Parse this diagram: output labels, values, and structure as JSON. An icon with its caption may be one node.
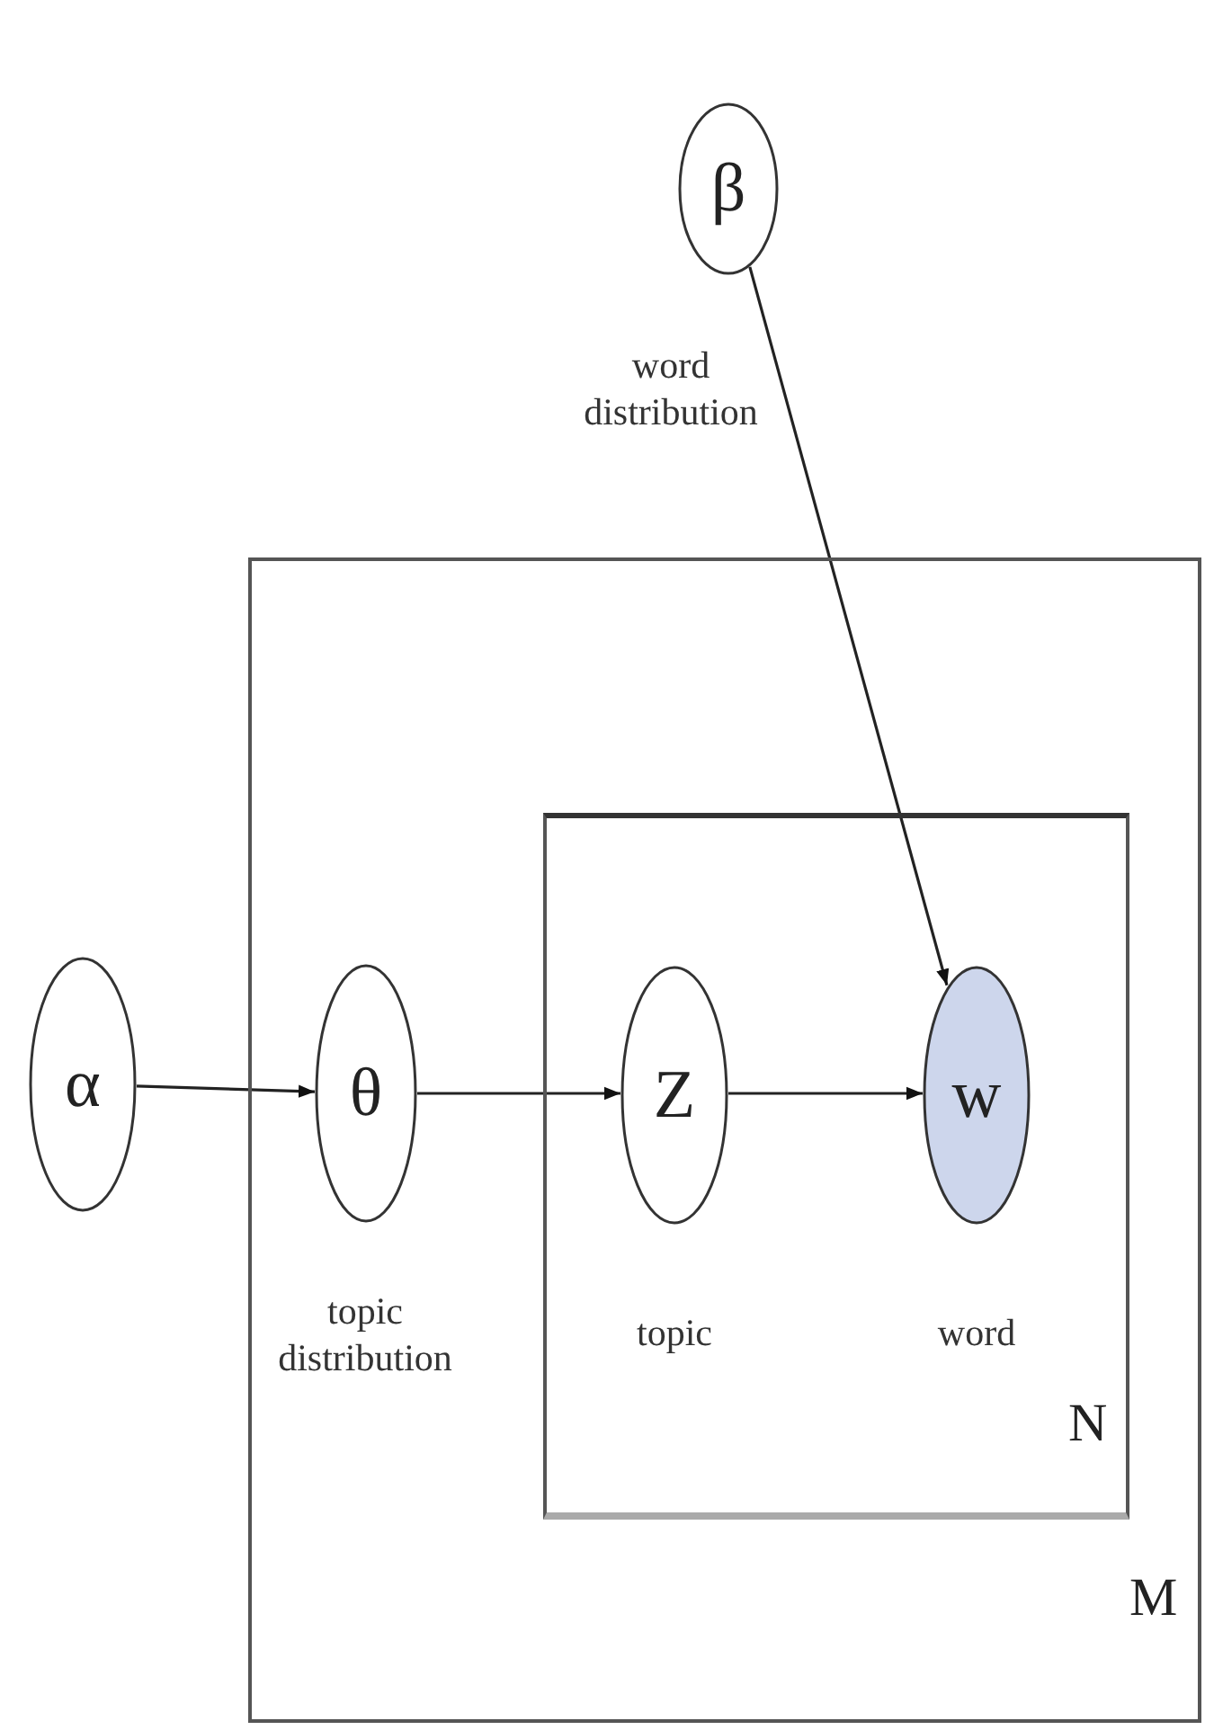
{
  "diagram": {
    "nodes": [
      {
        "text": [
          "M"
        ]
      },
      {
        "text": [
          "N"
        ],
        "in": 0
      },
      {
        "text": [
          "β"
        ],
        "beside": [
          "word distribution"
        ]
      },
      {
        "text": [
          "α"
        ]
      },
      {
        "text": [
          "θ"
        ],
        "in": 0,
        "beside": [
          "topic distribution"
        ]
      },
      {
        "text": [
          "Z"
        ],
        "in": 1,
        "beside": [
          "topic"
        ]
      },
      {
        "text": [
          "w"
        ],
        "in": 1,
        "beside": [
          "word"
        ]
      }
    ],
    "edges": [
      {
        "from": 3,
        "to": 4,
        "arrow": "to"
      },
      {
        "from": 4,
        "to": 5,
        "arrow": "to"
      },
      {
        "from": 5,
        "to": 6,
        "arrow": "to"
      },
      {
        "from": 2,
        "to": 6,
        "arrow": "to"
      }
    ]
  }
}
